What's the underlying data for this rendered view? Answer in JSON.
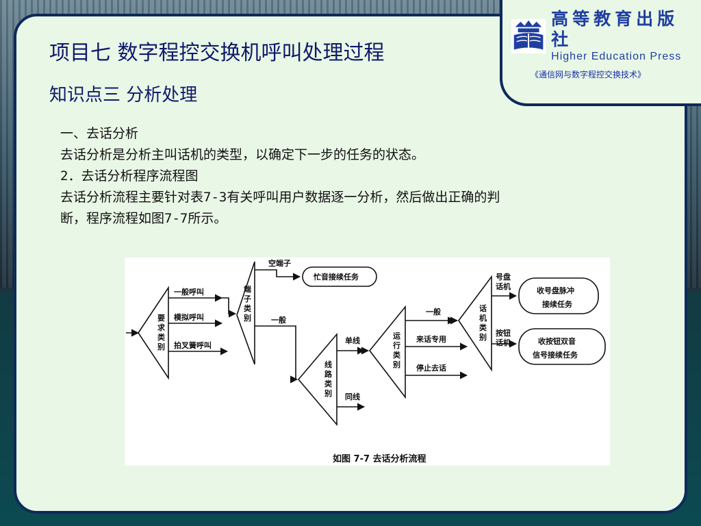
{
  "slide": {
    "title": "项目七  数字程控交换机呼叫处理过程",
    "subtitle": "知识点三  分析处理",
    "book_ref": "《通信网与数字程控交换技术》"
  },
  "logo": {
    "text_cn": "高等教育出版社",
    "text_en": "Higher Education Press"
  },
  "body": {
    "lines": [
      "一、去话分析",
      "去话分析是分析主叫话机的类型，以确定下一步的任务的状态。",
      "2．去话分析程序流程图",
      "去话分析流程主要针对表7-3有关呼叫用户数据逐一分析，然后做出正确的判",
      "断，程序流程如图7-7所示。"
    ]
  },
  "figure": {
    "nodes": {
      "t1": [
        "要",
        "求",
        "类",
        "别"
      ],
      "t2": [
        "端",
        "子",
        "类",
        "别"
      ],
      "t3": [
        "线",
        "路",
        "类",
        "别"
      ],
      "t4": [
        "运",
        "行",
        "类",
        "别"
      ],
      "t5": [
        "话",
        "机",
        "类",
        "别"
      ]
    },
    "labels": {
      "general_call": "一般呼叫",
      "simulated_call": "模拟呼叫",
      "hook_call": "拍叉簧呼叫",
      "idle_port": "空端子",
      "busy_task": "忙音接续任务",
      "general_a": "一般",
      "single_line": "单线",
      "shared_line": "同线",
      "general_b": "一般",
      "incoming_call": "来话专用",
      "stop_outgoing": "停止去话",
      "dial_phone_1": "号盘",
      "dial_phone_2": "话机",
      "button_phone_1": "按钮",
      "button_phone_2": "话机",
      "pulse_task_1": "收号盘脉冲",
      "pulse_task_2": "接续任务",
      "dtmf_task_1": "收按钮双音",
      "dtmf_task_2": "信号接续任务"
    },
    "caption": "如图 7-7     去话分析流程"
  }
}
